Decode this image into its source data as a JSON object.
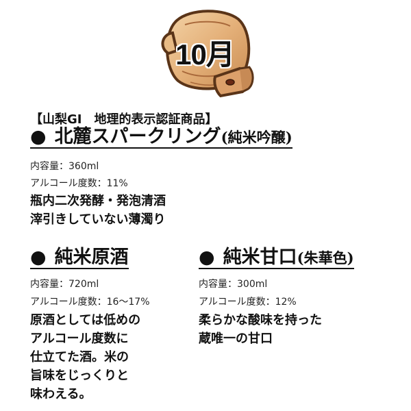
{
  "badge": {
    "label": "10月"
  },
  "gi_label": "【山梨GI　地理的表示認証商品】",
  "products": [
    {
      "bullet": "●",
      "name": "北麓スパークリング",
      "subname": "(純米吟醸)",
      "volume": "内容量：360ml",
      "abv": "アルコール度数：11%",
      "description": [
        "瓶内二次発酵・発泡清酒",
        "滓引きしていない薄濁り"
      ]
    },
    {
      "bullet": "●",
      "name": "純米原酒",
      "subname": "",
      "volume": "内容量：720ml",
      "abv": "アルコール度数：16～17%",
      "description": [
        "原酒としては低めの",
        "アルコール度数に",
        "仕立てた酒。米の",
        "旨味をじっくりと",
        "味わえる。"
      ]
    },
    {
      "bullet": "●",
      "name": "純米甘口",
      "subname": "(朱華色)",
      "volume": "内容量：300ml",
      "abv": "アルコール度数：12%",
      "description": [
        "柔らかな酸味を持った",
        "蔵唯一の甘口"
      ]
    }
  ]
}
